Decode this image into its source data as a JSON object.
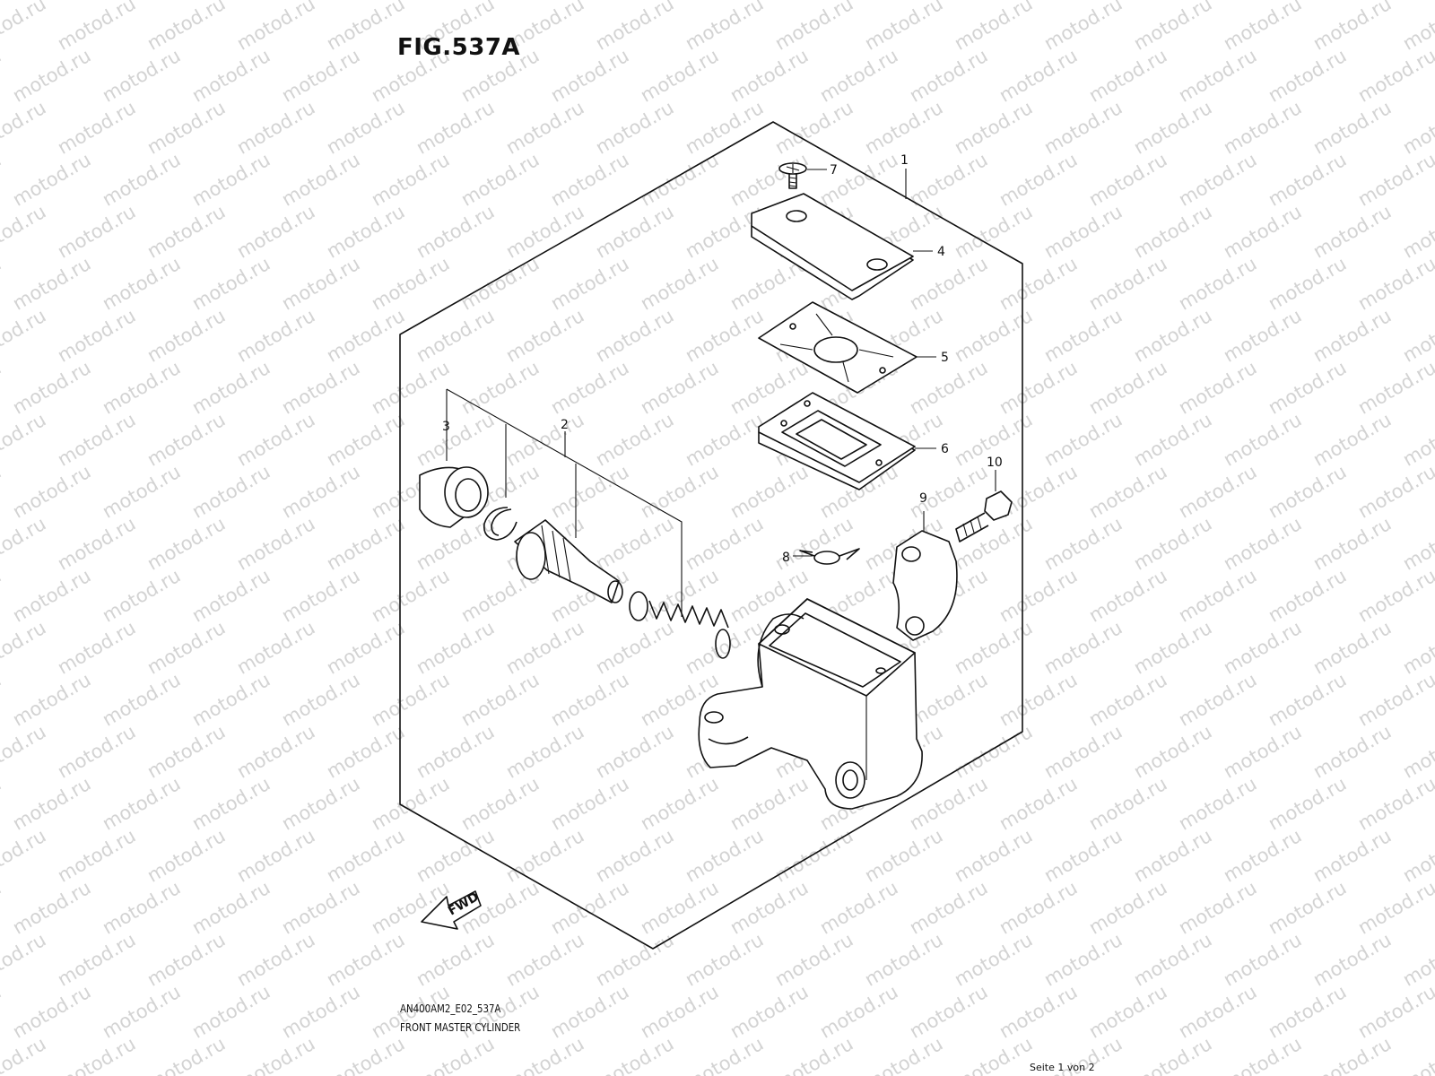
{
  "figure": {
    "title": "FIG.537A",
    "model_code": "AN400AM2_E02_537A",
    "caption": "FRONT MASTER CYLINDER",
    "page": "Seite 1 von 2"
  },
  "watermark": {
    "text": "motod.ru"
  },
  "direction_arrow": {
    "label": "FWD"
  },
  "callouts": [
    {
      "number": "1",
      "part": "master-cylinder-assembly"
    },
    {
      "number": "2",
      "part": "piston-cup-set"
    },
    {
      "number": "3",
      "part": "boot"
    },
    {
      "number": "4",
      "part": "reservoir-cap"
    },
    {
      "number": "5",
      "part": "cap-plate"
    },
    {
      "number": "6",
      "part": "diaphragm"
    },
    {
      "number": "7",
      "part": "cap-screw"
    },
    {
      "number": "8",
      "part": "wing-nut"
    },
    {
      "number": "9",
      "part": "holder-clamp"
    },
    {
      "number": "10",
      "part": "holder-bolt"
    }
  ]
}
